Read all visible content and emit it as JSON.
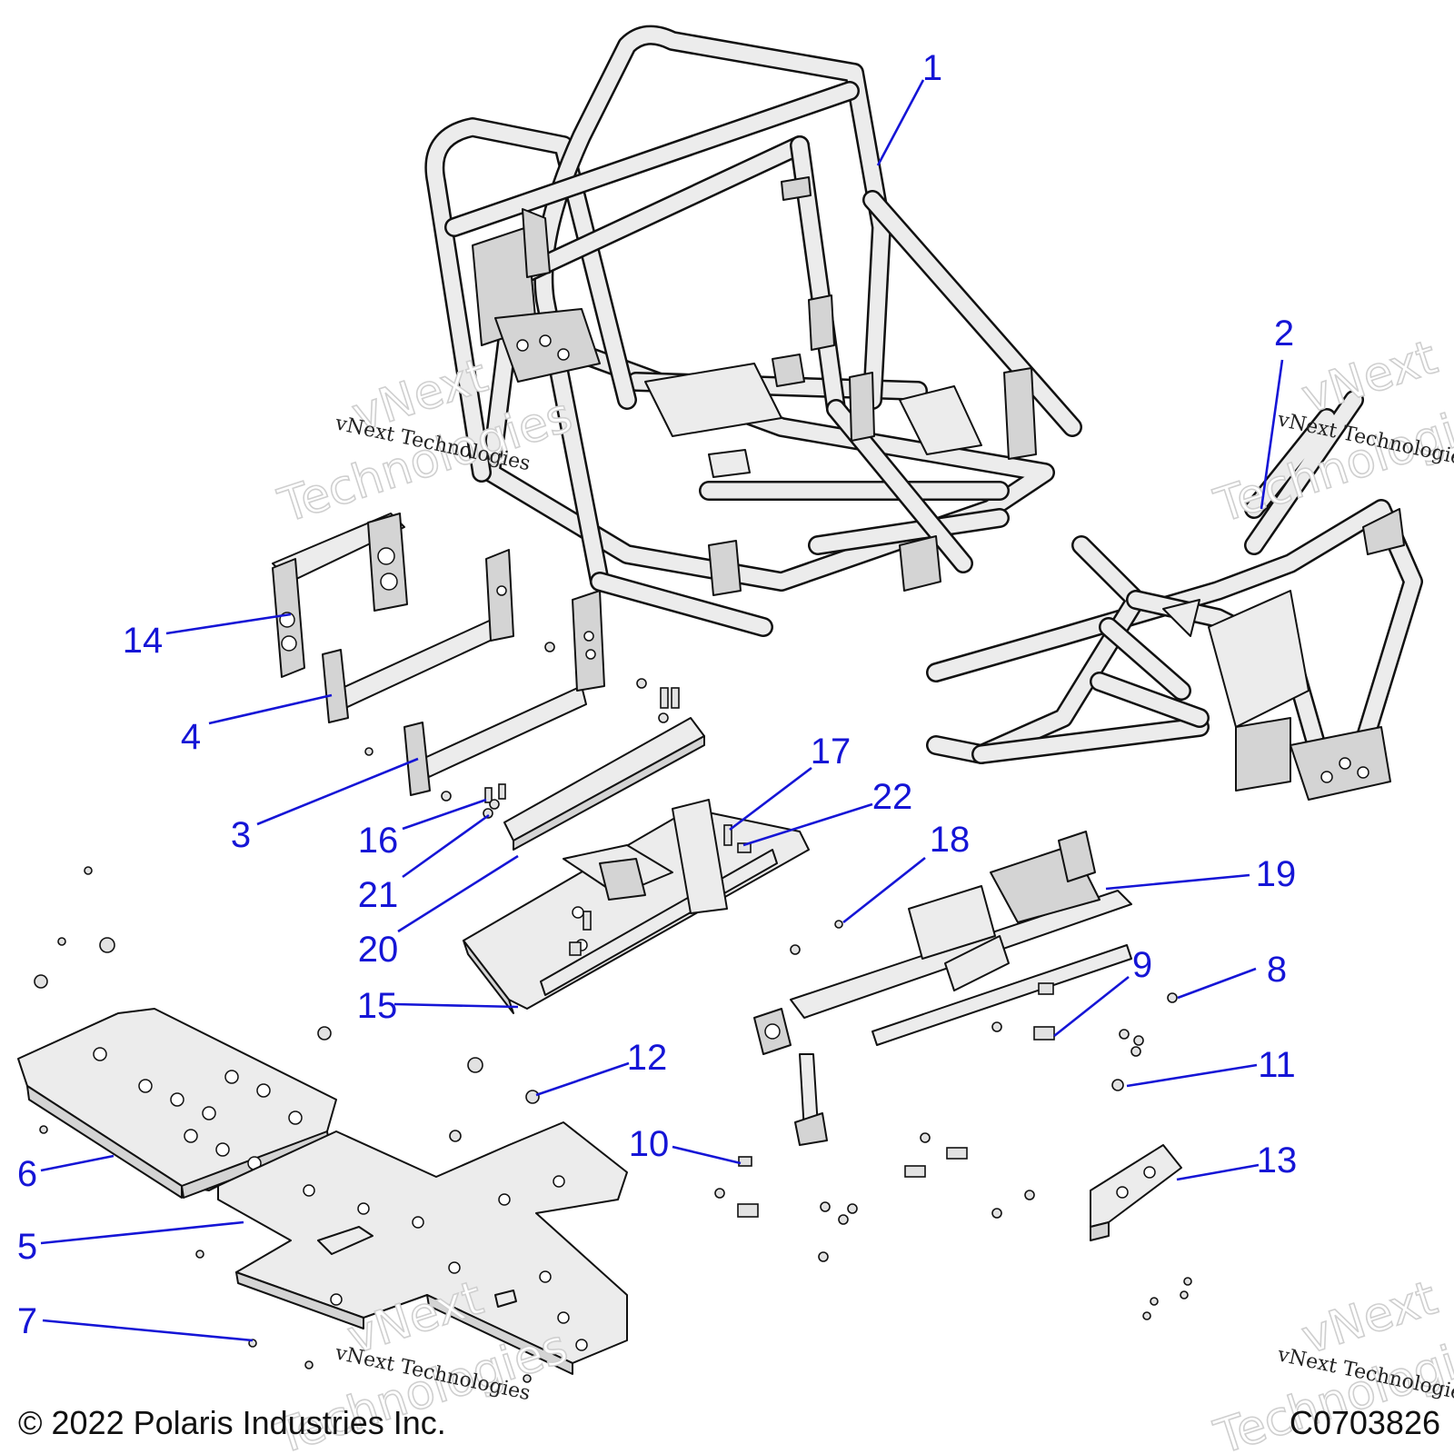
{
  "callouts": [
    {
      "id": "1"
    },
    {
      "id": "2"
    },
    {
      "id": "3"
    },
    {
      "id": "4"
    },
    {
      "id": "5"
    },
    {
      "id": "6"
    },
    {
      "id": "7"
    },
    {
      "id": "8"
    },
    {
      "id": "9"
    },
    {
      "id": "10"
    },
    {
      "id": "11"
    },
    {
      "id": "12"
    },
    {
      "id": "13"
    },
    {
      "id": "14"
    },
    {
      "id": "15"
    },
    {
      "id": "16"
    },
    {
      "id": "17"
    },
    {
      "id": "18"
    },
    {
      "id": "19"
    },
    {
      "id": "20"
    },
    {
      "id": "21"
    },
    {
      "id": "22"
    }
  ],
  "watermark": {
    "company": "vNext Technologies",
    "word_top": "vNext",
    "word_bottom": "Technologies"
  },
  "footer": {
    "copyright": "© 2022 Polaris Industries Inc.",
    "drawing_id": "C0703826"
  },
  "colors": {
    "callout": "#1515d6",
    "line_art": "#111111"
  }
}
